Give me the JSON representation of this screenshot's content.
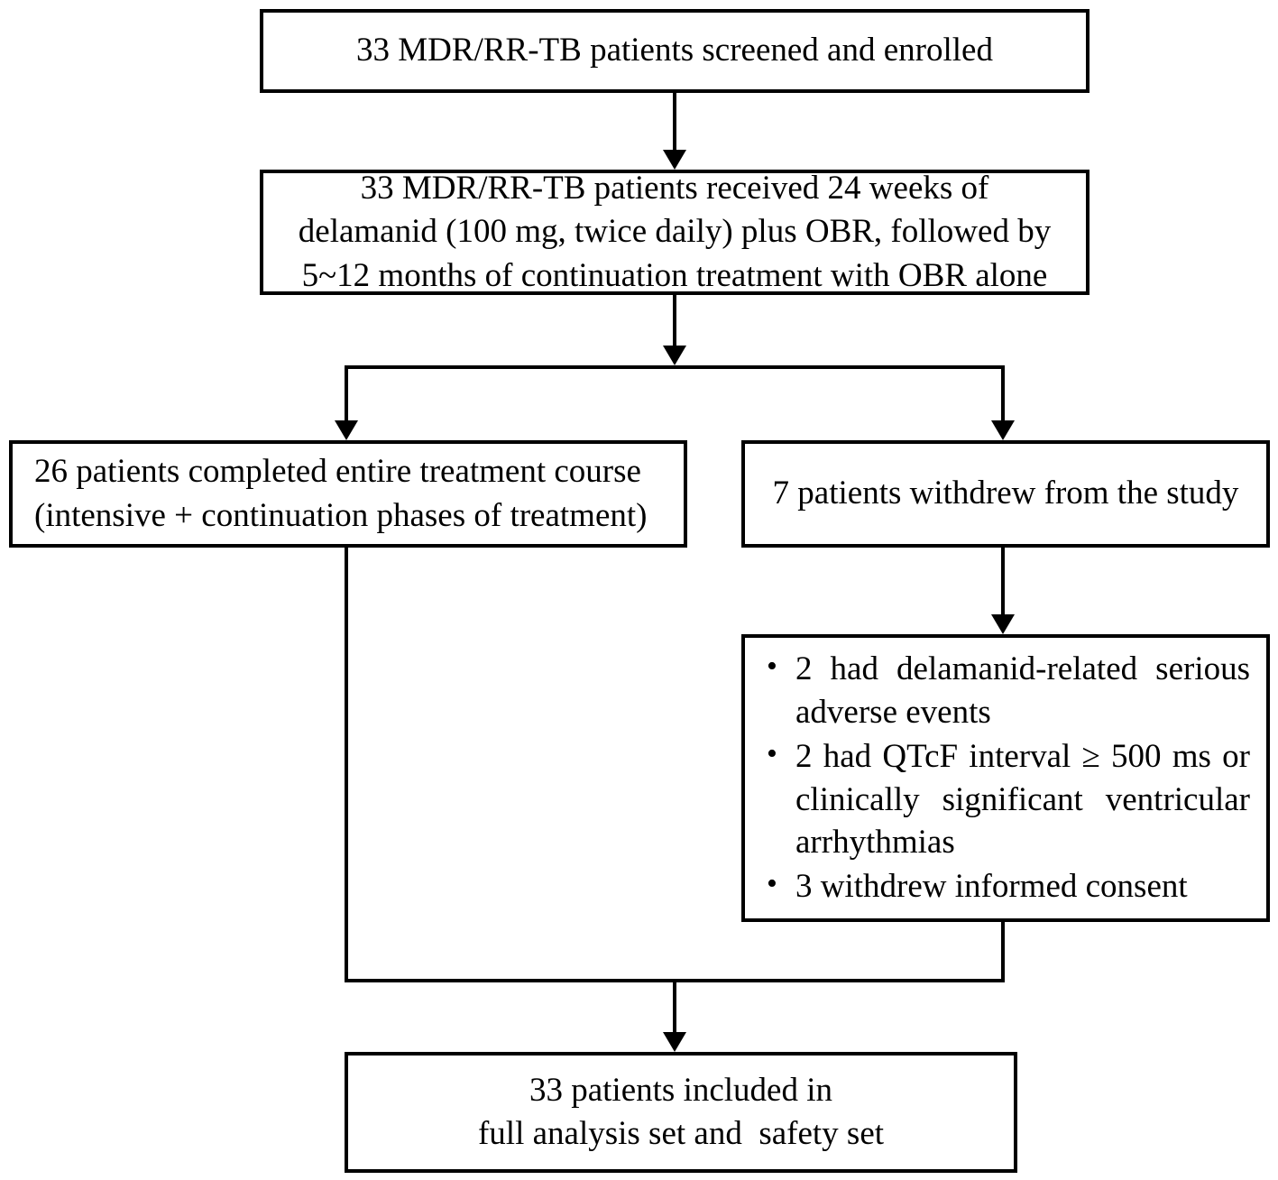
{
  "diagram": {
    "title": "MDR/RR-TB delamanid study participant flow",
    "type": "flowchart",
    "accent_color": "#000000",
    "background_color": "#ffffff",
    "nodes": {
      "screened": {
        "id": "screened",
        "lines": [
          "33 MDR/RR-TB patients screened and enrolled"
        ]
      },
      "treatment": {
        "id": "treatment",
        "lines": [
          "33 MDR/RR-TB patients received 24 weeks of",
          "delamanid (100 mg, twice daily) plus OBR, followed by",
          "5~12 months of continuation treatment with OBR alone"
        ]
      },
      "completed": {
        "id": "completed",
        "lines": [
          "26 patients completed entire treatment course",
          "(intensive + continuation phases of treatment)"
        ]
      },
      "withdrew": {
        "id": "withdrew",
        "lines": [
          "7 patients withdrew from the study"
        ]
      },
      "reasons": {
        "id": "reasons",
        "bullet_glyph": "•",
        "items": [
          "2 had delamanid-related serious adverse events",
          "2 had QTcF interval ≥ 500 ms or clinically significant ventricular arrhythmias",
          "3 withdrew informed consent"
        ]
      },
      "analysis": {
        "id": "analysis",
        "lines": [
          "33 patients included in",
          "full analysis set and  safety set"
        ]
      }
    },
    "edges": [
      {
        "from": "screened",
        "to": "treatment",
        "style": "straight-down-arrow"
      },
      {
        "from": "treatment",
        "to": "completed",
        "style": "split-left-arrow"
      },
      {
        "from": "treatment",
        "to": "withdrew",
        "style": "split-right-arrow"
      },
      {
        "from": "withdrew",
        "to": "reasons",
        "style": "straight-down-arrow"
      },
      {
        "from": "completed",
        "to": "analysis",
        "style": "merge-left-arrow"
      },
      {
        "from": "reasons",
        "to": "analysis",
        "style": "merge-right-arrow"
      }
    ],
    "counts": {
      "screened_enrolled": 33,
      "received_treatment": 33,
      "completed_course": 26,
      "withdrew_total": 7,
      "withdrew_serious_adverse_events": 2,
      "withdrew_qtcf_or_arrhythmia": 2,
      "withdrew_informed_consent": 3,
      "included_in_analysis": 33
    }
  }
}
